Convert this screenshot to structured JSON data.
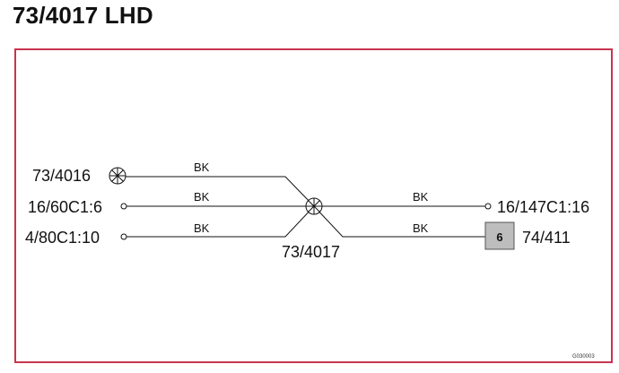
{
  "title": "73/4017 LHD",
  "connectors": {
    "left_top": "73/4016",
    "left_mid": "16/60C1:6",
    "left_bot": "4/80C1:10",
    "center": "73/4017",
    "right_mid": "16/147C1:16",
    "right_bot": "74/411",
    "right_bot_box": "6"
  },
  "wires": {
    "w1": "BK",
    "w2": "BK",
    "w3": "BK",
    "w4": "BK",
    "w5": "BK"
  },
  "figure_code": "G030003",
  "colors": {
    "frame": "#c8344f",
    "box_fill": "#bdbdbd",
    "line": "#111111"
  }
}
